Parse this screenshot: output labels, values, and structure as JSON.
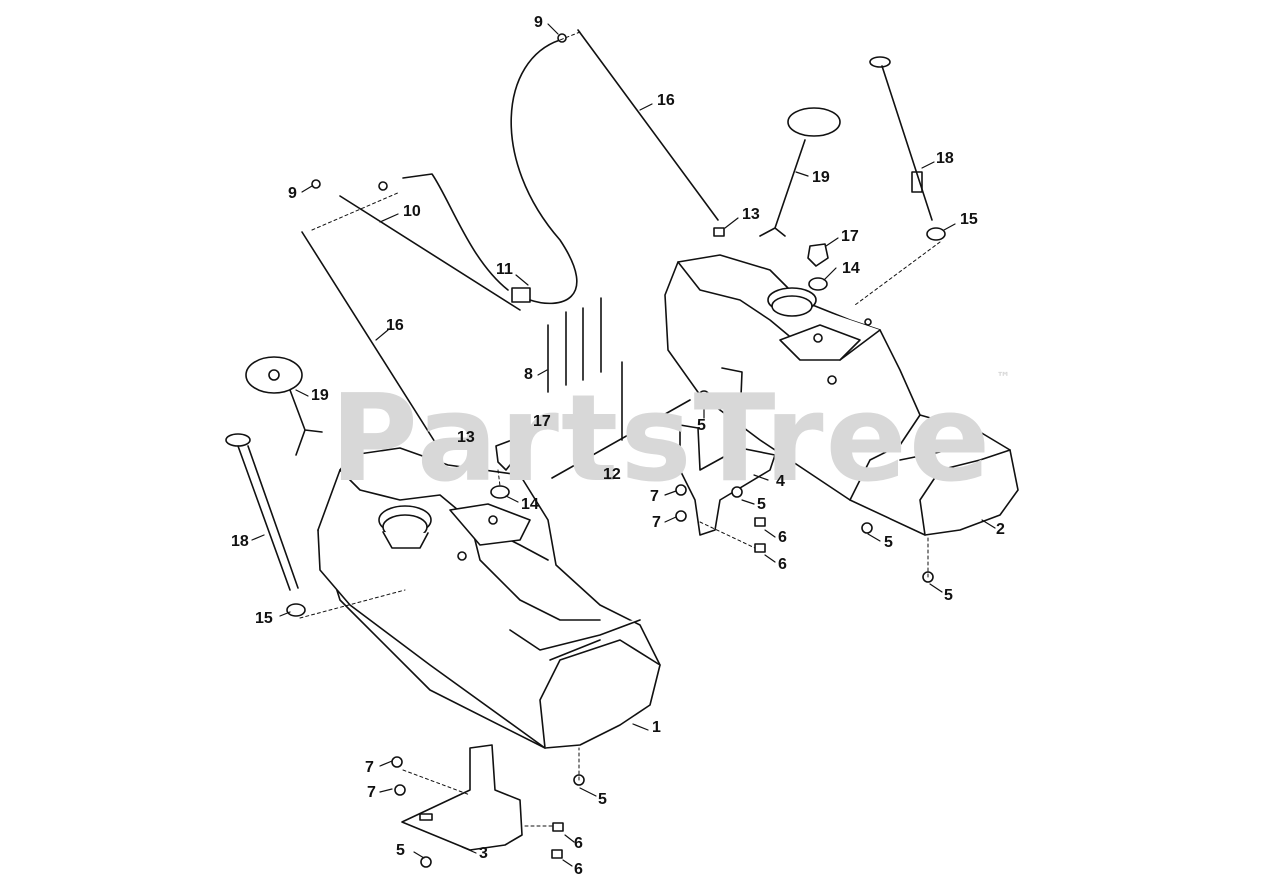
{
  "watermark": {
    "text": "PartsTree",
    "trademark": "™"
  },
  "callouts": {
    "c1": "1",
    "c2": "2",
    "c3": "3",
    "c4": "4",
    "c5a": "5",
    "c5b": "5",
    "c5c": "5",
    "c5d": "5",
    "c5e": "5",
    "c5f": "5",
    "c6a": "6",
    "c6b": "6",
    "c6c": "6",
    "c6d": "6",
    "c7a": "7",
    "c7b": "7",
    "c7c": "7",
    "c7d": "7",
    "c8": "8",
    "c9a": "9",
    "c9b": "9",
    "c10": "10",
    "c11": "11",
    "c12": "12",
    "c13a": "13",
    "c13b": "13",
    "c14a": "14",
    "c14b": "14",
    "c15a": "15",
    "c15b": "15",
    "c16a": "16",
    "c16b": "16",
    "c17a": "17",
    "c17b": "17",
    "c18a": "18",
    "c18b": "18",
    "c19a": "19",
    "c19b": "19"
  }
}
